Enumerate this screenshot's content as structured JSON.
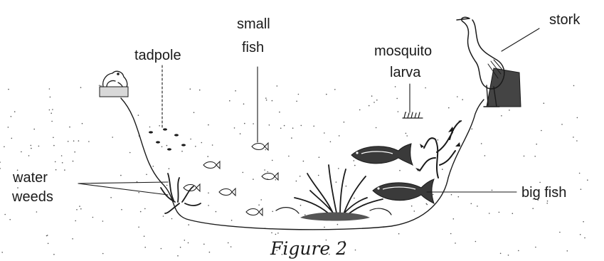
{
  "labels": {
    "stork": "stork",
    "small_fish_line1": "small",
    "small_fish_line2": "fish",
    "tadpole": "tadpole",
    "mosquito_line1": "mosquito",
    "mosquito_line2": "larva",
    "water_weeds_line1": "water",
    "water_weeds_line2": "weeds",
    "big_fish": "big fish"
  },
  "caption": "Figure 2",
  "colors": {
    "ink": "#1a1a1a",
    "background": "#ffffff"
  }
}
